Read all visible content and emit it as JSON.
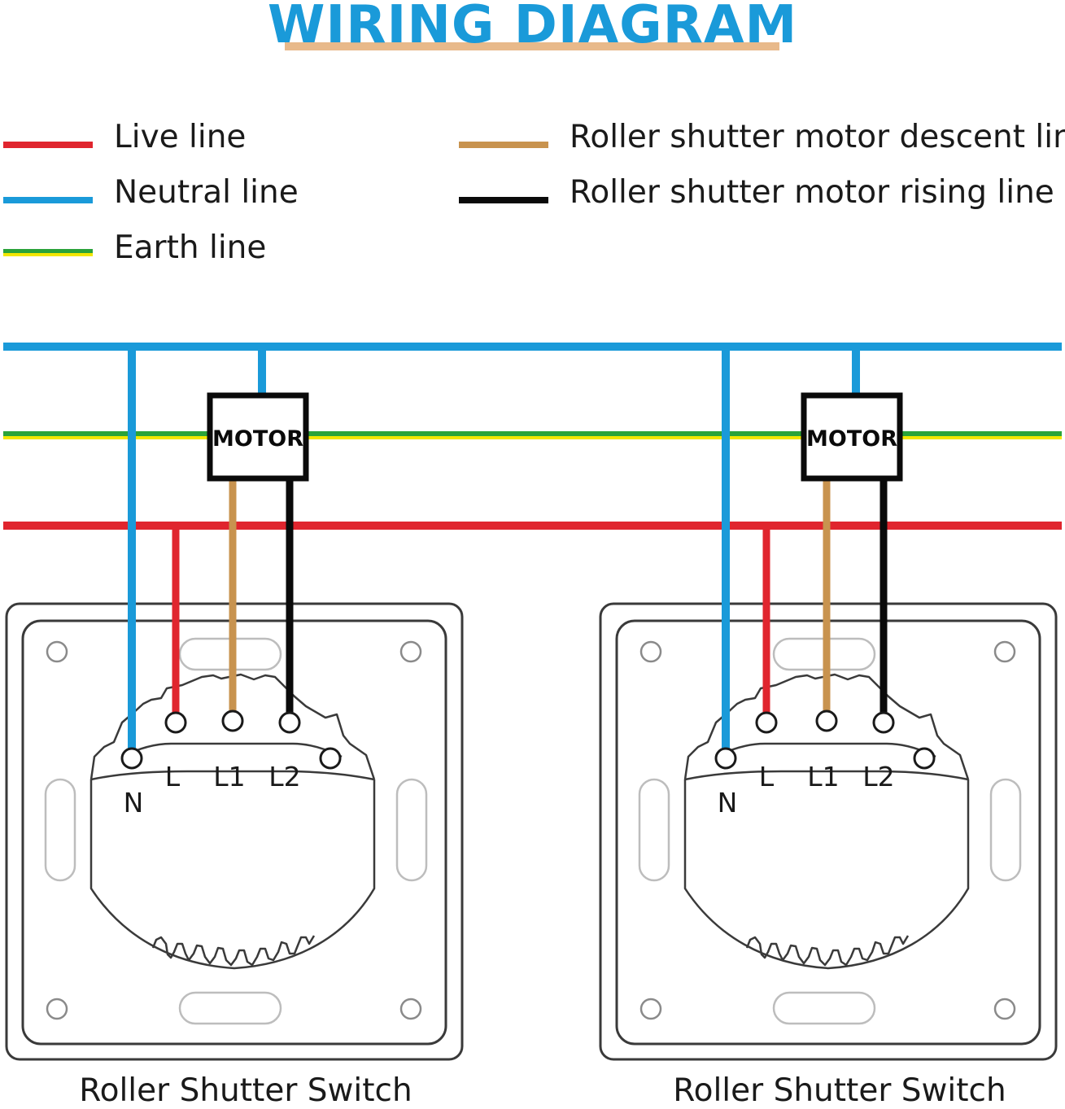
{
  "title": "WIRING DIAGRAM",
  "colors": {
    "title": "#1a9ad9",
    "live": "#e0252e",
    "neutral": "#1a9ad9",
    "earth_green": "#2aa33a",
    "earth_yellow": "#f2e600",
    "descent": "#c8934f",
    "rising": "#0a0a0a",
    "outline": "#3a3a3a"
  },
  "legend": [
    {
      "label": "Live line",
      "color": "#e0252e"
    },
    {
      "label": "Neutral line",
      "color": "#1a9ad9"
    },
    {
      "label": "Earth line",
      "color": "#2aa33a"
    },
    {
      "label": "Roller shutter motor descent line",
      "color": "#c8934f"
    },
    {
      "label": "Roller shutter motor rising line",
      "color": "#0a0a0a"
    }
  ],
  "motor_label": "MOTOR",
  "terminals": {
    "n": "N",
    "l": "L",
    "l1": "L1",
    "l2": "L2"
  },
  "switches": [
    {
      "caption": "Roller Shutter Switch"
    },
    {
      "caption": "Roller Shutter Switch"
    }
  ]
}
